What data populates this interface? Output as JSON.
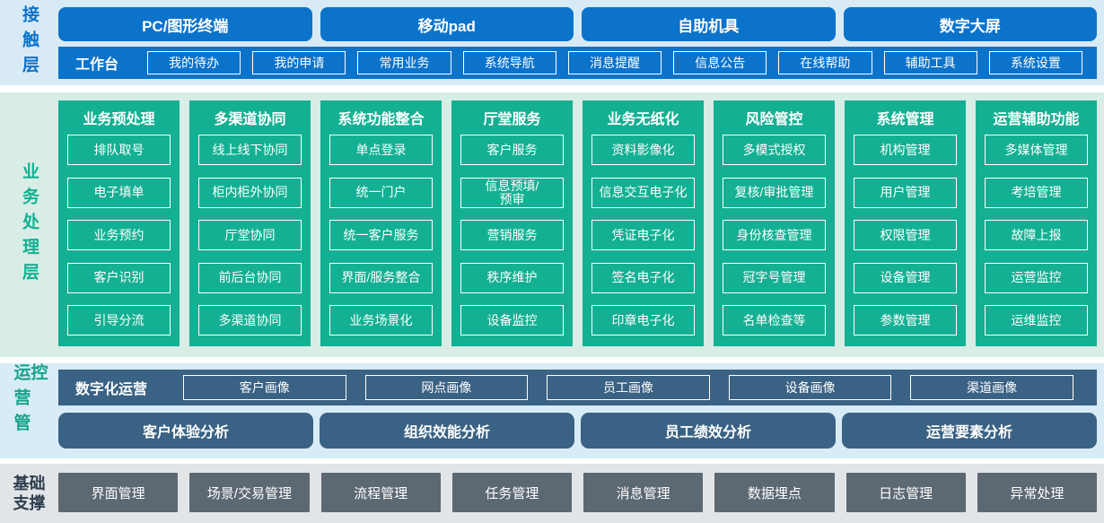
{
  "colors": {
    "accent_blue": "#0c73cb",
    "accent_green": "#14b093",
    "accent_slate": "#3a6284",
    "accent_gray": "#5c6872",
    "bg_blue": "#d7eaf6",
    "bg_green": "#d8ede5",
    "bg_ops": "#d8ecf7",
    "bg_gray": "#e2e5e7"
  },
  "layers": {
    "contact": {
      "label": "接触层",
      "channels": [
        "PC/图形终端",
        "移动pad",
        "自助机具",
        "数字大屏"
      ],
      "workbench": {
        "label": "工作台",
        "items": [
          "我的待办",
          "我的申请",
          "常用业务",
          "系统导航",
          "消息提醒",
          "信息公告",
          "在线帮助",
          "辅助工具",
          "系统设置"
        ]
      }
    },
    "processing": {
      "label": "业务处理层",
      "columns": [
        {
          "title": "业务预处理",
          "items": [
            "排队取号",
            "电子填单",
            "业务预约",
            "客户识别",
            "引导分流"
          ]
        },
        {
          "title": "多渠道协同",
          "items": [
            "线上线下协同",
            "柜内柜外协同",
            "厅堂协同",
            "前后台协同",
            "多渠道协同"
          ]
        },
        {
          "title": "系统功能整合",
          "items": [
            "单点登录",
            "统一门户",
            "统一客户服务",
            "界面/服务整合",
            "业务场景化"
          ]
        },
        {
          "title": "厅堂服务",
          "items": [
            "客户服务",
            "信息预填/\n预审",
            "营销服务",
            "秩序维护",
            "设备监控"
          ]
        },
        {
          "title": "业务无纸化",
          "items": [
            "资料影像化",
            "信息交互电子化",
            "凭证电子化",
            "签名电子化",
            "印章电子化"
          ]
        },
        {
          "title": "风险管控",
          "items": [
            "多模式授权",
            "复核/审批管理",
            "身份核查管理",
            "冠字号管理",
            "名单检查等"
          ]
        },
        {
          "title": "系统管理",
          "items": [
            "机构管理",
            "用户管理",
            "权限管理",
            "设备管理",
            "参数管理"
          ]
        },
        {
          "title": "运营辅助功能",
          "items": [
            "多媒体管理",
            "考培管理",
            "故障上报",
            "运营监控",
            "运维监控"
          ]
        }
      ]
    },
    "operations": {
      "label": "运营管控",
      "digital_ops": {
        "label": "数字化运营",
        "items": [
          "客户画像",
          "网点画像",
          "员工画像",
          "设备画像",
          "渠道画像"
        ]
      },
      "analysis": [
        "客户体验分析",
        "组织效能分析",
        "员工绩效分析",
        "运营要素分析"
      ]
    },
    "foundation": {
      "label": "基础支撑",
      "items": [
        "界面管理",
        "场景/交易管理",
        "流程管理",
        "任务管理",
        "消息管理",
        "数据埋点",
        "日志管理",
        "异常处理"
      ]
    }
  }
}
